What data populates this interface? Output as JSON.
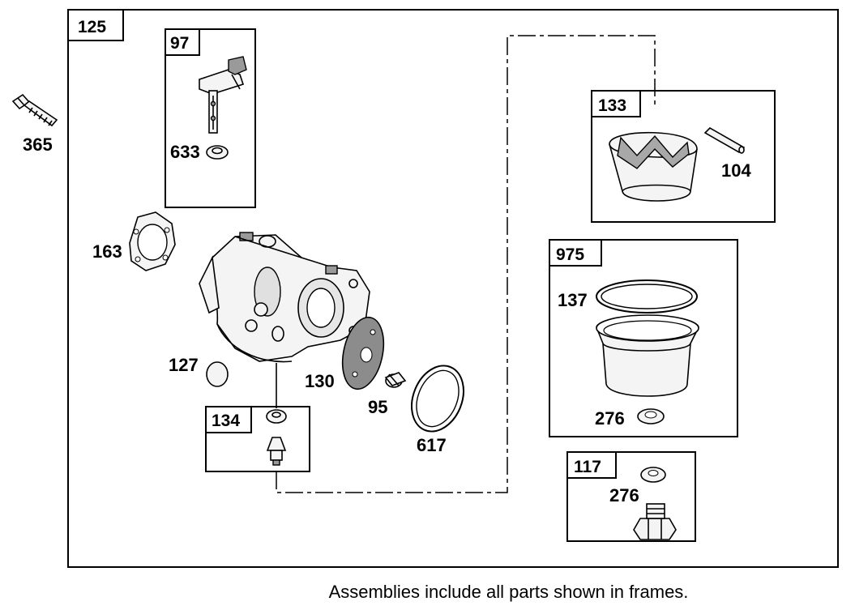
{
  "frames": {
    "main": "125",
    "f97": "97",
    "f134": "134",
    "f133": "133",
    "f975": "975",
    "f117": "117"
  },
  "labels": {
    "p365": "365",
    "p633": "633",
    "p163": "163",
    "p127": "127",
    "p130": "130",
    "p95": "95",
    "p617": "617",
    "p104": "104",
    "p137": "137",
    "p276a": "276",
    "p276b": "276"
  },
  "caption": "Assemblies include all parts shown in frames."
}
